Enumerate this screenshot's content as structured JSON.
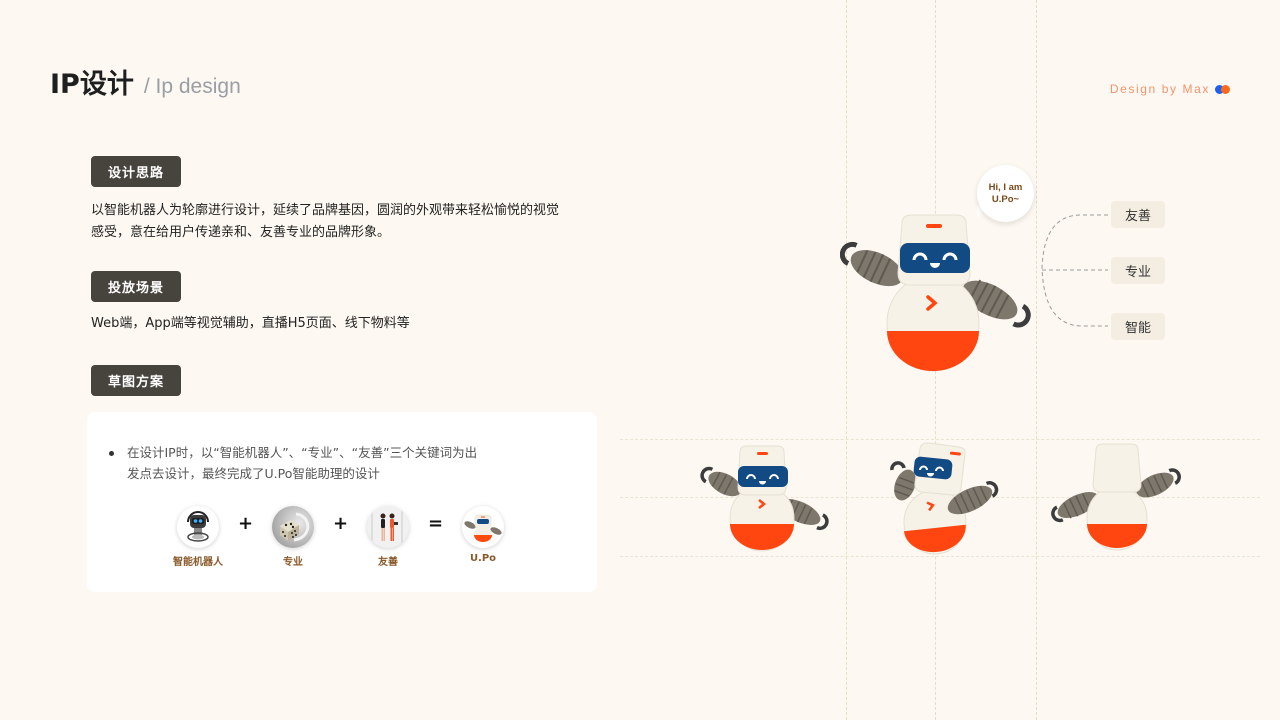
{
  "header": {
    "title": "IP设计",
    "subtitle": "/ Ip design",
    "signature": "Design by Max",
    "signature_colors": [
      "#1e5ff2",
      "#ff6a1a"
    ]
  },
  "sections": [
    {
      "tag": "设计思路",
      "text_lines": [
        "以智能机器人为轮廓进行设计，延续了品牌基因，圆润的外观带来轻松愉悦的视觉",
        "感受，意在给用户传递亲和、友善专业的品牌形象。"
      ]
    },
    {
      "tag": "投放场景",
      "text_lines": [
        "Web端，App端等视觉辅助，直播H5页面、线下物料等"
      ]
    },
    {
      "tag": "草图方案",
      "bullet_lines": [
        "在设计IP时，以“智能机器人”、“专业”、“友善”三个关键词为出",
        "发点去设计，最终完成了U.Po智能助理的设计"
      ]
    }
  ],
  "formula": {
    "items": [
      {
        "label": "智能机器人",
        "icon": "robot-headphones-icon"
      },
      {
        "label": "专业",
        "icon": "dice-icon"
      },
      {
        "label": "友善",
        "icon": "people-icon"
      },
      {
        "label": "U.Po",
        "icon": "upo-mascot-icon"
      }
    ],
    "operators": [
      "+",
      "+",
      "="
    ]
  },
  "mascot": {
    "speech": [
      "Hi, I am",
      "U.Po~"
    ],
    "keywords": [
      "友善",
      "专业",
      "智能"
    ],
    "views": [
      "front-wave",
      "front",
      "three-quarter",
      "back"
    ]
  },
  "colors": {
    "background": "#fdf9f2",
    "tag_bg": "#47433d",
    "accent_orange": "#ff4a10",
    "visor_blue": "#124a84",
    "arm_gray": "#7d776c",
    "body_cream": "#f6f2e8",
    "label_brown": "#8a5a2b"
  }
}
